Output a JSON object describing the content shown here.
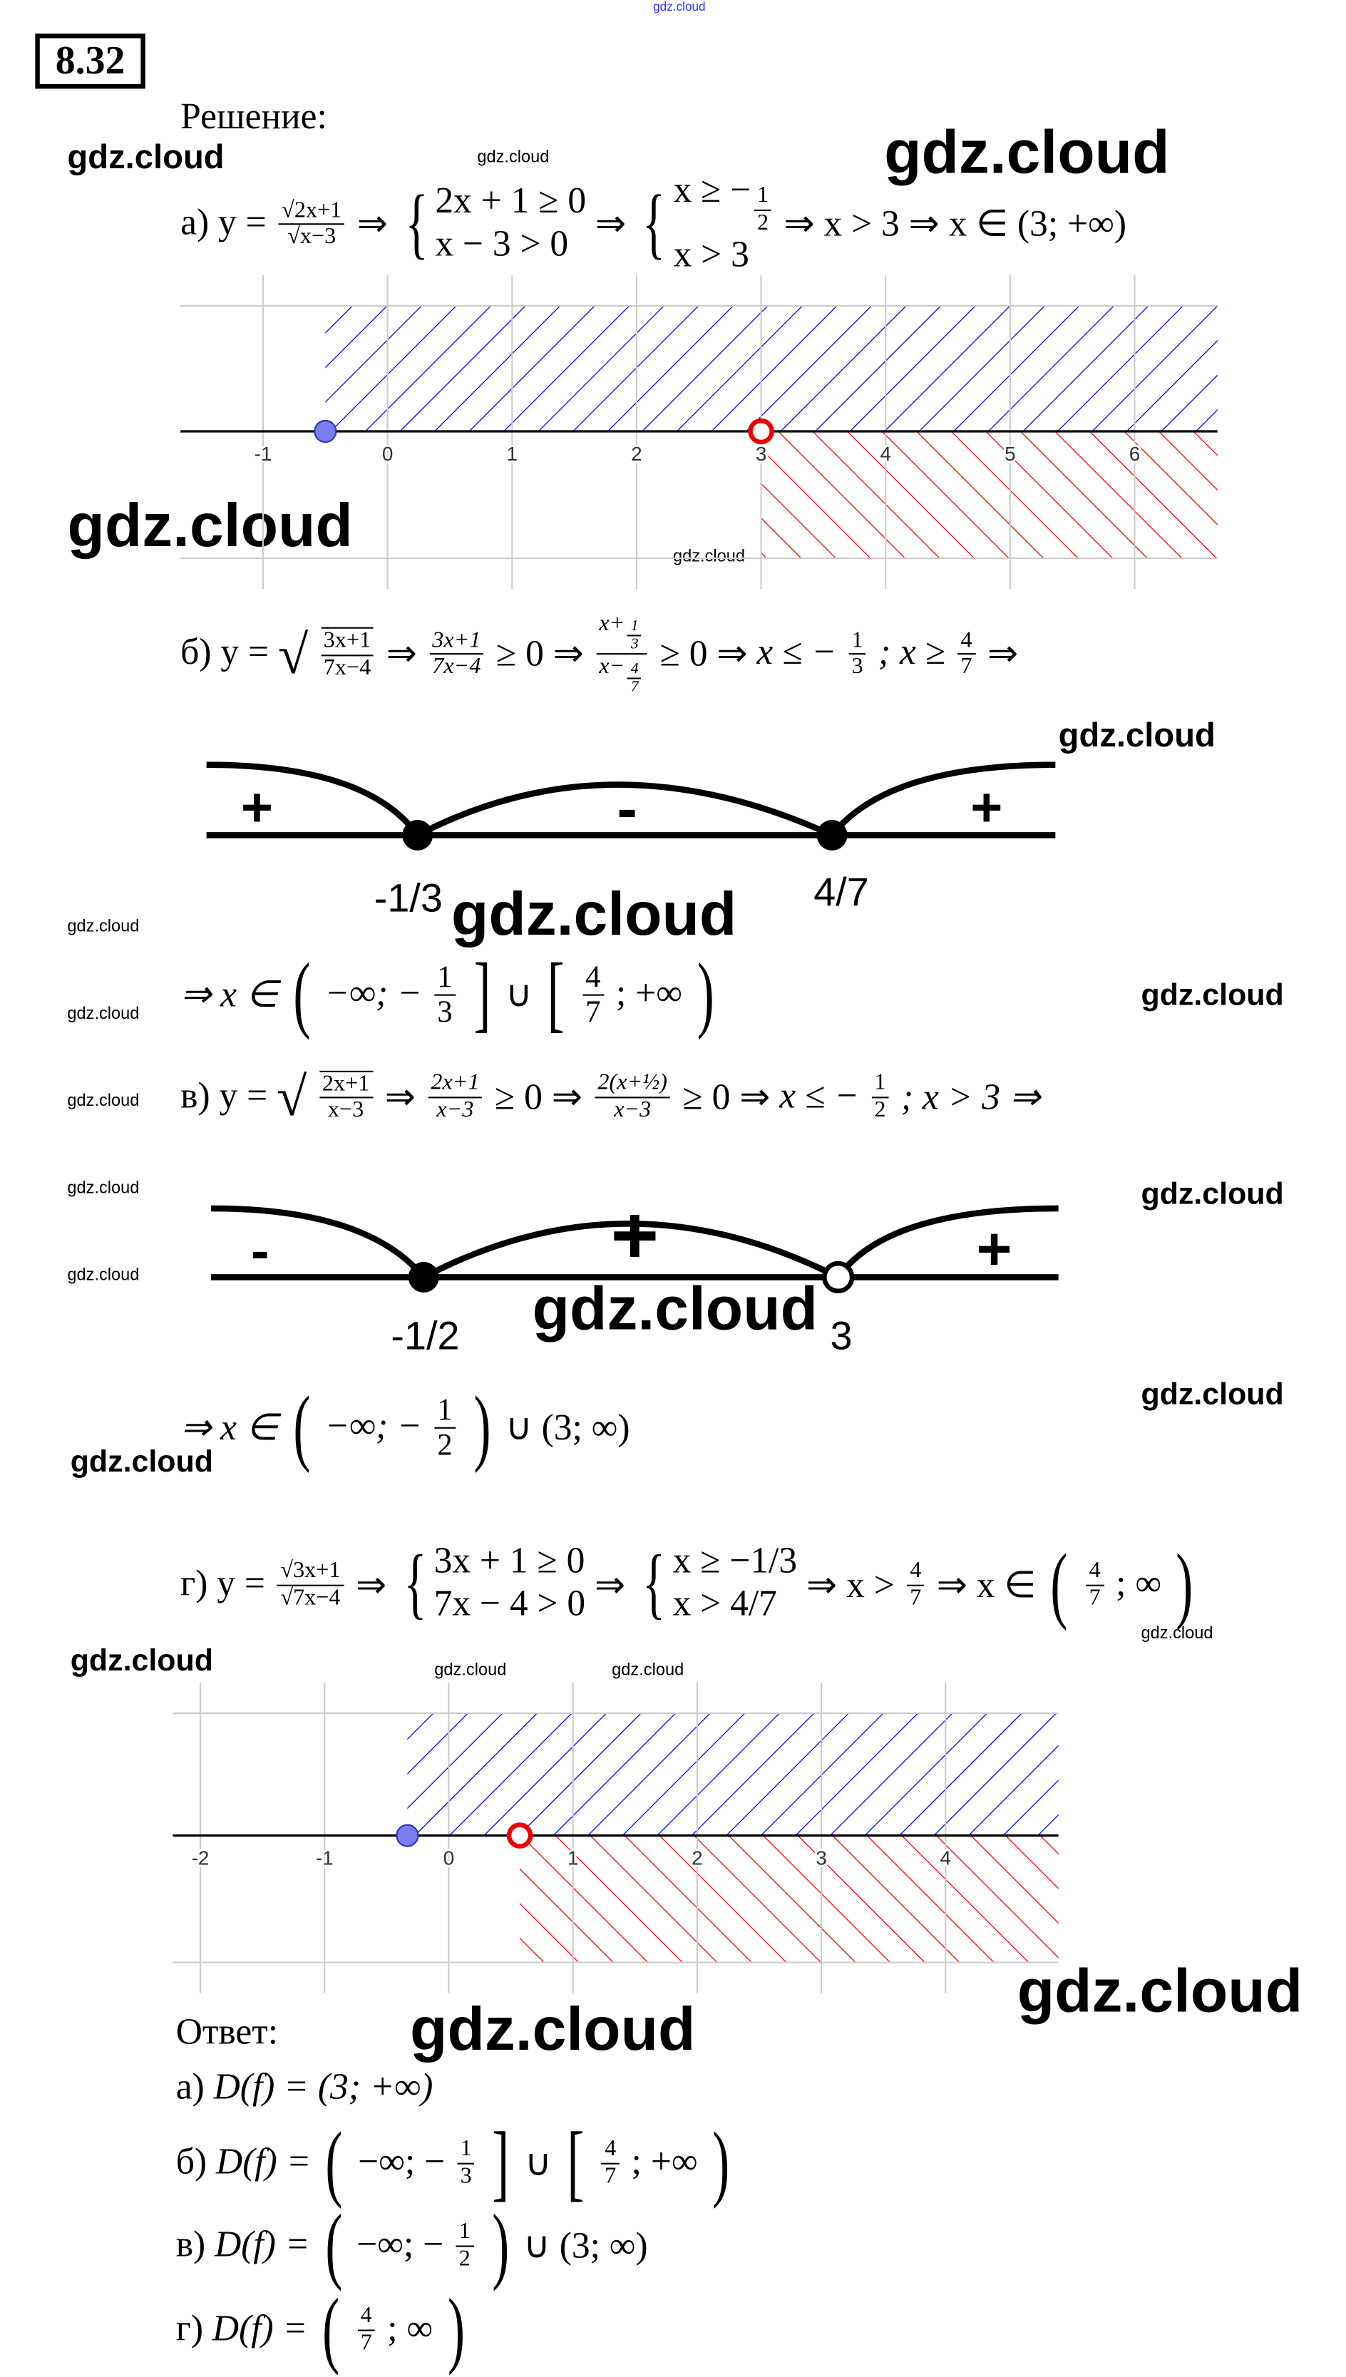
{
  "watermark": "gdz.cloud",
  "problem_number": "8.32",
  "solution_label": "Решение:",
  "part_a": {
    "label": "а) y =",
    "num": "√2x+1",
    "den": "√x−3",
    "imp": "⇒",
    "sys1": [
      "2x + 1 ≥ 0",
      "x − 3 > 0"
    ],
    "sys2_top": "x ≥ −",
    "sys2_frac": [
      "1",
      "2"
    ],
    "sys2_bottom": "x > 3",
    "tail": "⇒ x > 3 ⇒ x ∈ (3; +∞)"
  },
  "graph_a": {
    "ticks": [
      "-1",
      "0",
      "1",
      "2",
      "3",
      "4",
      "5",
      "6"
    ],
    "filled_point": -0.5,
    "open_point": 3,
    "blue_color": "#0000ff",
    "red_color": "#ff0000"
  },
  "part_b": {
    "label": "б) y =",
    "root_num": "3x+1",
    "root_den": "7x−4",
    "imp": "⇒",
    "f2_num": "3x+1",
    "f2_den": "7x−4",
    "ge0": "≥ 0 ⇒",
    "f3_num_a": "x+",
    "f3_num_frac": [
      "1",
      "3"
    ],
    "f3_den_a": "x−",
    "f3_den_frac": [
      "4",
      "7"
    ],
    "ge0b": "≥ 0 ⇒",
    "r1": "x ≤ −",
    "r1_frac": [
      "1",
      "3"
    ],
    "sep": "; x ≥",
    "r2_frac": [
      "4",
      "7"
    ],
    "end": "⇒"
  },
  "sign_b": {
    "signs": [
      "+",
      "-",
      "+"
    ],
    "points": [
      "-1/3",
      "4/7"
    ]
  },
  "result_b": {
    "prefix": "⇒ x ∈",
    "p1": "−∞; −",
    "f1": [
      "1",
      "3"
    ],
    "union": "∪",
    "f2": [
      "4",
      "7"
    ],
    "p2": "; +∞"
  },
  "part_v": {
    "label": "в) y =",
    "root_num": "2x+1",
    "root_den": "x−3",
    "imp": "⇒",
    "f2_num": "2x+1",
    "f2_den": "x−3",
    "ge0": "≥ 0 ⇒",
    "f3_num": "2(x+½)",
    "f3_den": "x−3",
    "ge0b": "≥ 0 ⇒",
    "r1": "x ≤ −",
    "r1_frac": [
      "1",
      "2"
    ],
    "end": "; x > 3 ⇒"
  },
  "sign_v": {
    "signs": [
      "-",
      "+",
      "+"
    ],
    "points": [
      "-1/2",
      "3"
    ]
  },
  "result_v": {
    "prefix": "⇒ x ∈",
    "p1": "−∞; −",
    "f1": [
      "1",
      "2"
    ],
    "tail": "∪ (3; ∞)"
  },
  "part_g": {
    "label": "г) y =",
    "num": "√3x+1",
    "den": "√7x−4",
    "imp": "⇒",
    "sys1": [
      "3x + 1 ≥ 0",
      "7x − 4 > 0"
    ],
    "sys2": [
      "x ≥ −1/3",
      "x > 4/7"
    ],
    "mid": "⇒ x >",
    "frac": [
      "4",
      "7"
    ],
    "mid2": "⇒ x ∈",
    "tail": "; ∞"
  },
  "graph_g": {
    "ticks": [
      "-2",
      "-1",
      "0",
      "1",
      "2",
      "3",
      "4"
    ],
    "filled_point": -0.3333,
    "open_point": 0.5714
  },
  "answer": {
    "label": "Ответ:",
    "a": {
      "prefix": "а)",
      "expr": "D(f) = (3; +∞)"
    },
    "b": {
      "prefix": "б)",
      "df": "D(f) =",
      "p1": "−∞; −",
      "f1": [
        "1",
        "3"
      ],
      "union": "∪",
      "f2": [
        "4",
        "7"
      ],
      "p2": "; +∞"
    },
    "v": {
      "prefix": "в)",
      "df": "D(f) =",
      "p1": "−∞; −",
      "f1": [
        "1",
        "2"
      ],
      "tail": "∪ (3; ∞)"
    },
    "g": {
      "prefix": "г)",
      "df": "D(f) =",
      "f1": [
        "4",
        "7"
      ],
      "tail": "; ∞"
    }
  }
}
